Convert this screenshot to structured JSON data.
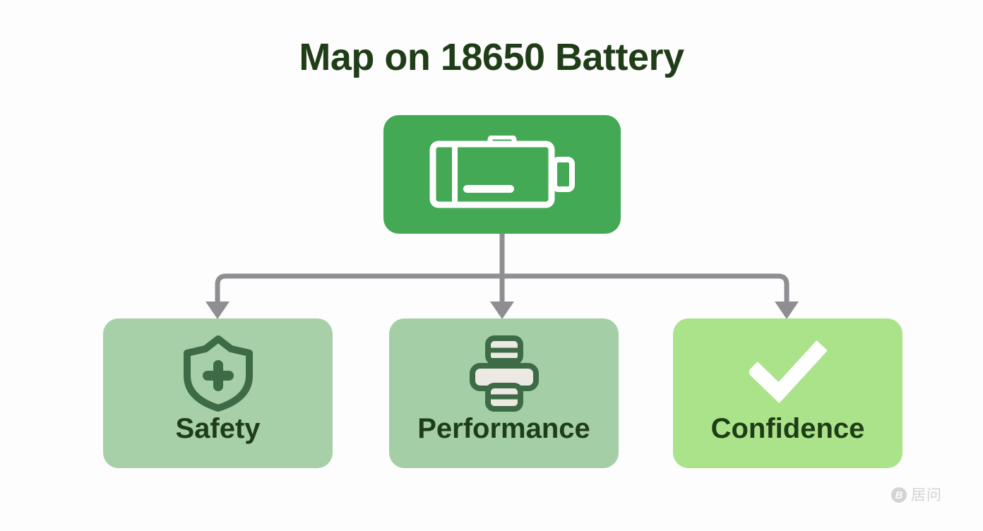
{
  "page": {
    "title": "Map on 18650 Battery",
    "background_color": "#fdfdfd",
    "title_color": "#1f3d16"
  },
  "root_node": {
    "icon": "battery-icon",
    "background_color": "#43a955",
    "icon_color": "#ffffff"
  },
  "connectors": {
    "color": "#8e8e93",
    "style": "elbow-with-arrowheads",
    "count": 3
  },
  "cards": [
    {
      "id": "safety",
      "label": "Safety",
      "icon": "shield-plus-icon",
      "background_color": "#a7cfa8",
      "icon_color": "#3d6b46",
      "label_color": "#1f3d16"
    },
    {
      "id": "performance",
      "label": "Performance",
      "icon": "stacked-bars-icon",
      "background_color": "#a4cfa6",
      "icon_color": "#3d6b46",
      "label_color": "#1f3d16"
    },
    {
      "id": "confidence",
      "label": "Confidence",
      "icon": "checkmark-icon",
      "background_color": "#abe38b",
      "icon_color": "#ffffff",
      "label_color": "#1f3d16"
    }
  ],
  "watermark": {
    "badge": "B",
    "text": "居问",
    "color": "#9a9a9a"
  }
}
